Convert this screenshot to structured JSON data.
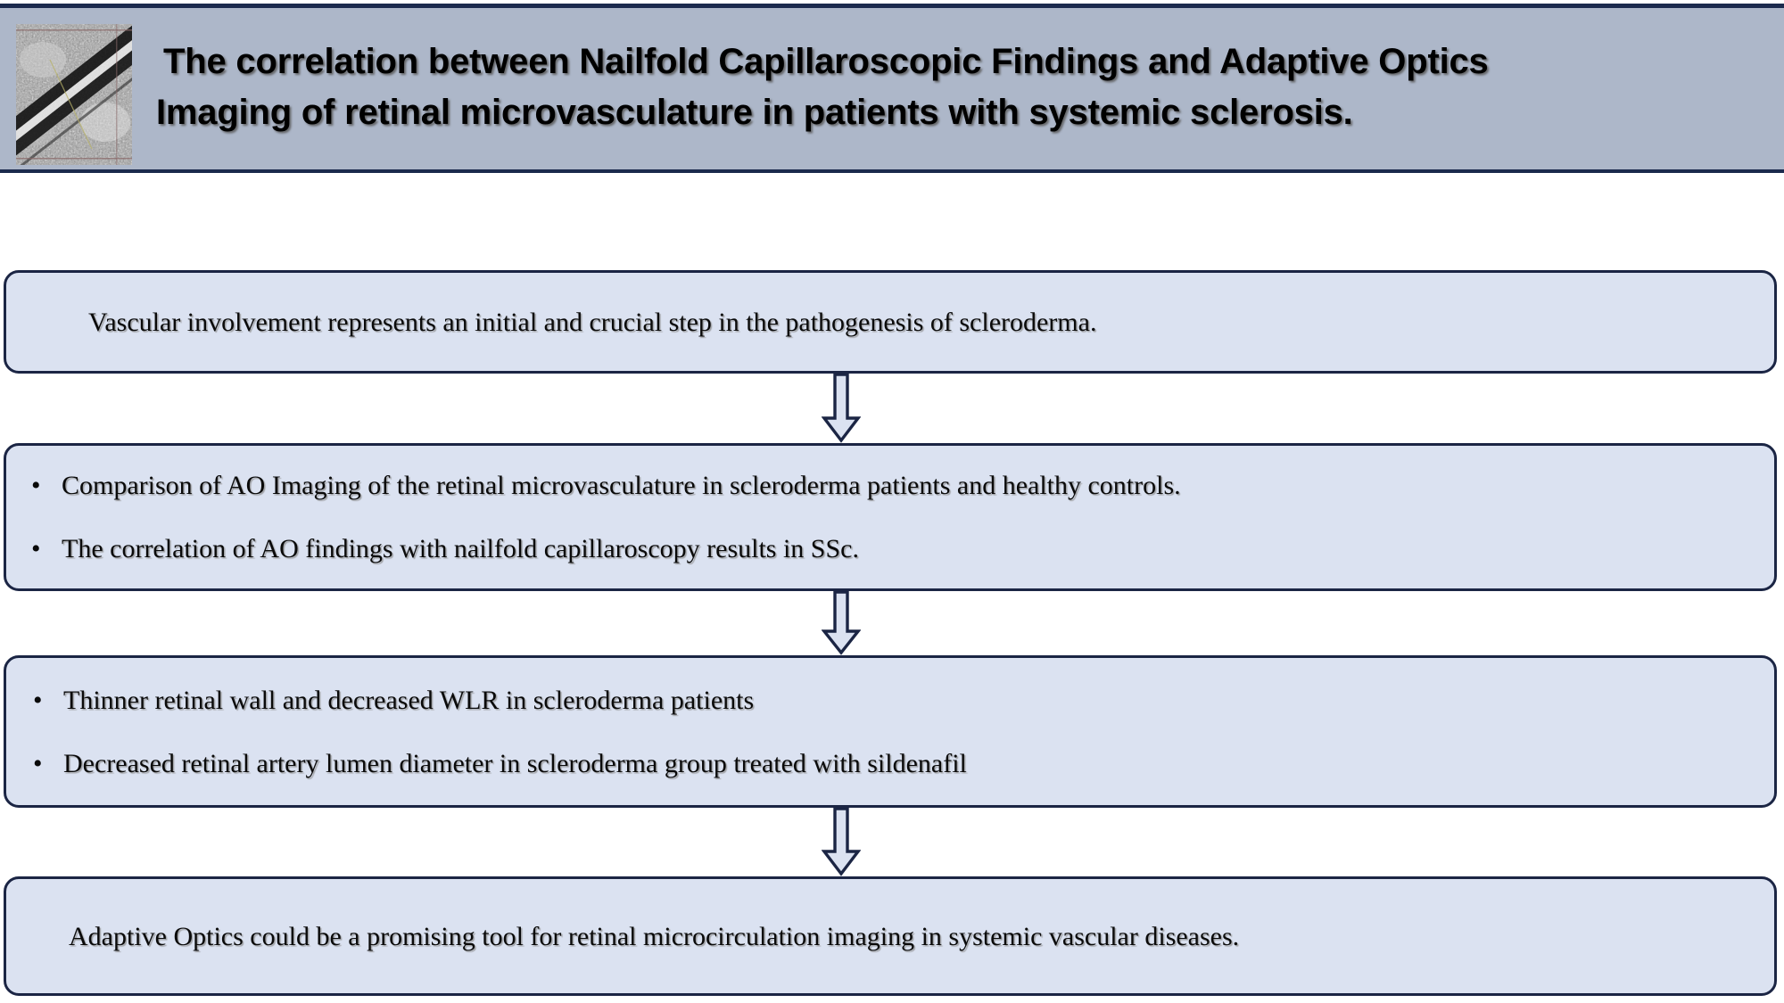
{
  "header": {
    "title_line_1": "The correlation between Nailfold Capillaroscopic Findings and Adaptive Optics",
    "title_line_2": "Imaging of retinal microvasculature in patients with systemic sclerosis.",
    "thumbnail_alt": "adaptive-optics-retinal-vessel-image",
    "background_color": "#adb7c9",
    "border_color": "#1b2a4d"
  },
  "flow": {
    "box_fill_color": "#dbe2f1",
    "box_border_color": "#1b2544",
    "bullet_glyph": "•",
    "boxes": [
      {
        "id": "box-1",
        "type": "single",
        "text": "Vascular involvement represents an initial and crucial step in the pathogenesis of scleroderma."
      },
      {
        "id": "box-2",
        "type": "bulleted",
        "bullets": [
          "Comparison of AO Imaging of the retinal microvasculature in scleroderma patients and healthy controls.",
          "The correlation of AO findings with nailfold capillaroscopy results in SSc."
        ]
      },
      {
        "id": "box-3",
        "type": "bulleted",
        "bullets": [
          "Thinner retinal wall  and decreased WLR in scleroderma patients",
          "Decreased retinal artery lumen diameter in scleroderma group treated with sildenafil"
        ]
      },
      {
        "id": "box-4",
        "type": "single",
        "text": "Adaptive Optics could be a promising tool for retinal microcirculation imaging in systemic vascular diseases."
      }
    ],
    "arrows": [
      {
        "id": "arrow-1",
        "direction": "down"
      },
      {
        "id": "arrow-2",
        "direction": "down"
      },
      {
        "id": "arrow-3",
        "direction": "down"
      }
    ]
  }
}
